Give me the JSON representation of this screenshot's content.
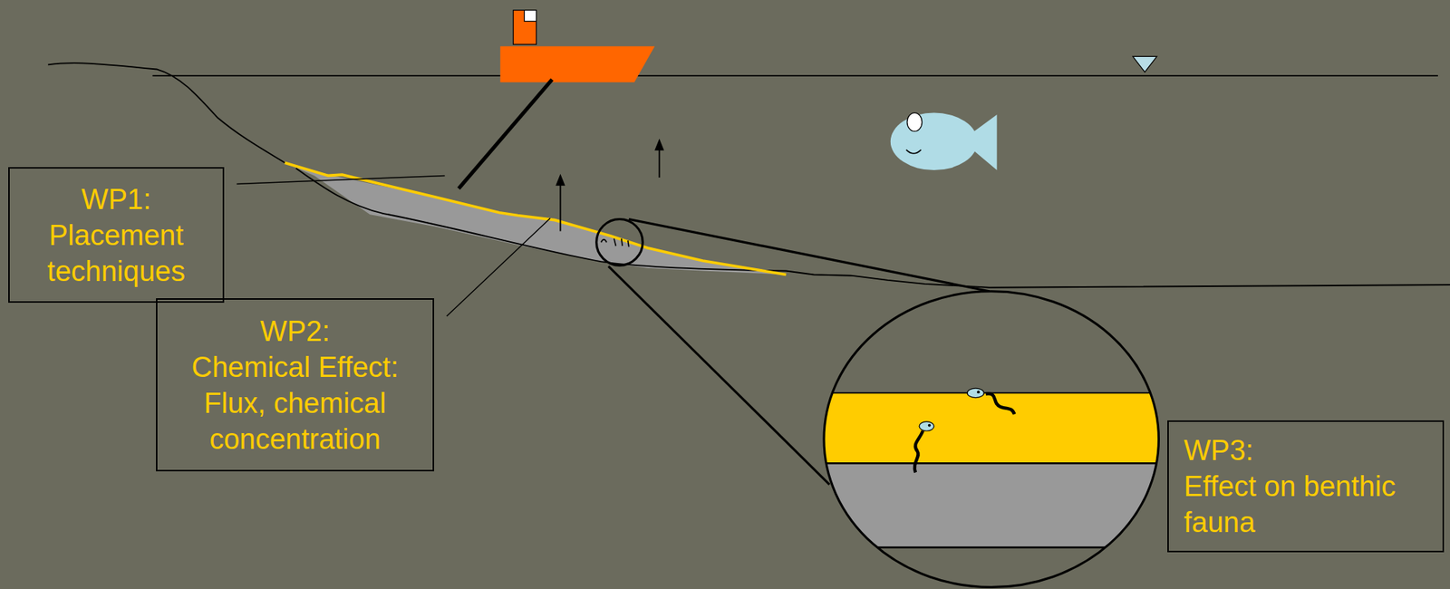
{
  "diagram": {
    "nodes": [
      {
        "text": [
          "WP1:",
          "Placement techniques"
        ]
      },
      {
        "text": [
          "WP2:",
          "Chemical Effect: Flux, chemical concentration"
        ]
      },
      {
        "text": [
          "WP3:",
          "Effect on benthic fauna"
        ]
      }
    ]
  }
}
